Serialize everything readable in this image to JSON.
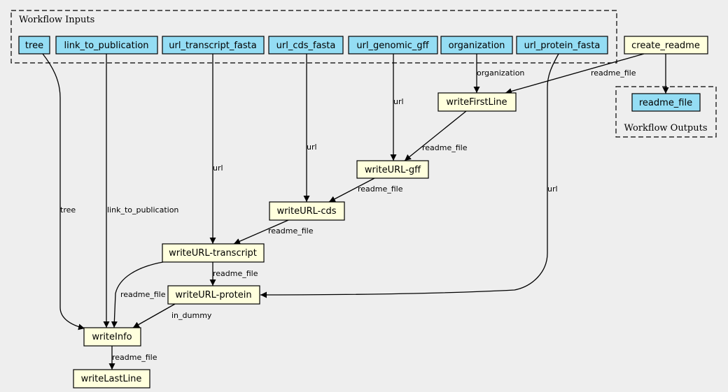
{
  "colors": {
    "background": "#eeeeee",
    "input_node": "#94ddf4",
    "step_node": "#ffffdd",
    "stroke": "#000000"
  },
  "clusters": {
    "inputs_label": "Workflow Inputs",
    "outputs_label": "Workflow Outputs"
  },
  "nodes": {
    "tree": "tree",
    "link_to_publication": "link_to_publication",
    "url_transcript_fasta": "url_transcript_fasta",
    "url_cds_fasta": "url_cds_fasta",
    "url_genomic_gff": "url_genomic_gff",
    "organization": "organization",
    "url_protein_fasta": "url_protein_fasta",
    "create_readme": "create_readme",
    "readme_file_out": "readme_file",
    "writeFirstLine": "writeFirstLine",
    "writeURL_gff": "writeURL-gff",
    "writeURL_cds": "writeURL-cds",
    "writeURL_transcript": "writeURL-transcript",
    "writeURL_protein": "writeURL-protein",
    "writeInfo": "writeInfo",
    "writeLastLine": "writeLastLine"
  },
  "edges": {
    "organization_to_firstline": "organization",
    "readme_to_firstline": "readme_file",
    "gff_url": "url",
    "firstline_to_gff": "readme_file",
    "cds_url": "url",
    "gff_to_cds": "readme_file",
    "transcript_url": "url",
    "cds_to_transcript": "readme_file",
    "protein_url": "url",
    "transcript_to_protein": "readme_file",
    "tree_to_info": "tree",
    "link_to_info": "link_to_publication",
    "transcript_to_info": "readme_file",
    "protein_to_info": "in_dummy",
    "info_to_lastline": "readme_file"
  }
}
